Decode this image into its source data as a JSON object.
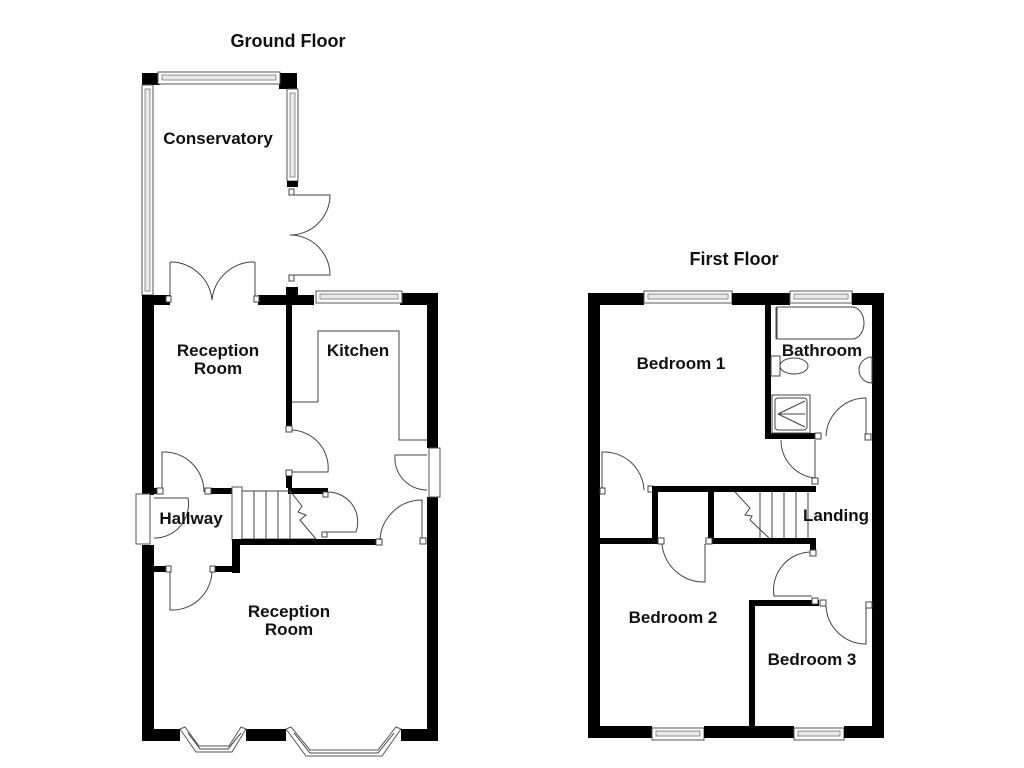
{
  "ground_floor": {
    "title": "Ground Floor",
    "rooms": {
      "conservatory": "Conservatory",
      "reception_room_rear_line1": "Reception",
      "reception_room_rear_line2": "Room",
      "kitchen": "Kitchen",
      "hallway": "Hallway",
      "reception_room_front_line1": "Reception",
      "reception_room_front_line2": "Room"
    }
  },
  "first_floor": {
    "title": "First Floor",
    "rooms": {
      "bedroom1": "Bedroom 1",
      "bathroom": "Bathroom",
      "landing": "Landing",
      "bedroom2": "Bedroom 2",
      "bedroom3": "Bedroom 3"
    }
  },
  "colors": {
    "wall": "#000000",
    "background": "#ffffff",
    "text": "#111111"
  }
}
